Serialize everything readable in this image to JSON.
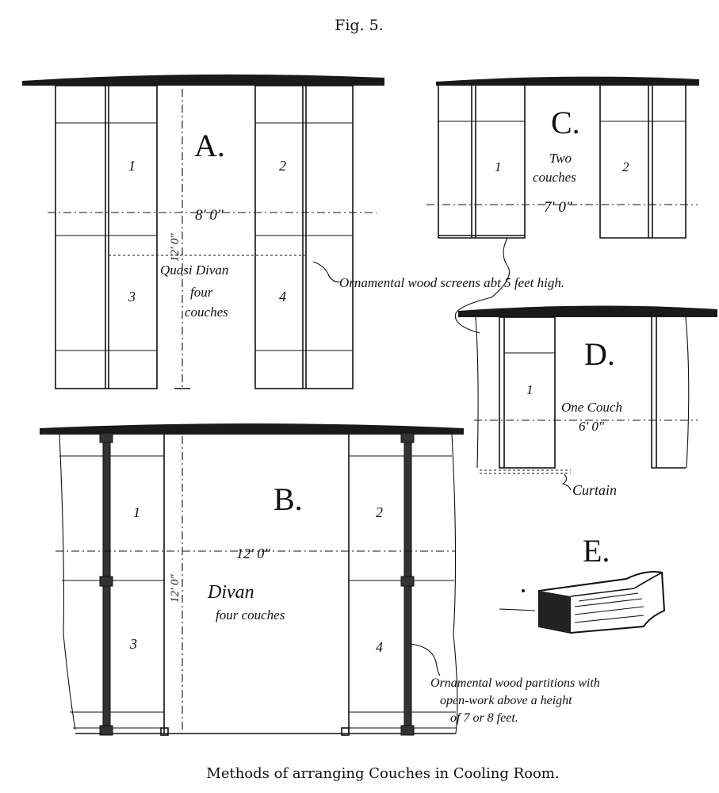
{
  "figure_label": "Fig. 5.",
  "caption": "Methods of arranging Couches in Cooling Room.",
  "panel_a": {
    "label": "A.",
    "couches": [
      "1",
      "2",
      "3",
      "4"
    ],
    "width_dim": "8' 0\"",
    "height_dim": "12' 0\"",
    "title_line1": "Quasi Divan",
    "title_line2": "four",
    "title_line3": "couches"
  },
  "panel_b": {
    "label": "B.",
    "couches": [
      "1",
      "2",
      "3",
      "4"
    ],
    "width_dim": "12' 0\"",
    "height_dim": "12' 0\"",
    "title_line1": "Divan",
    "title_line2": "four couches"
  },
  "panel_c": {
    "label": "C.",
    "couches": [
      "1",
      "2"
    ],
    "title_line1": "Two",
    "title_line2": "couches",
    "width_dim": "7' 0\""
  },
  "panel_d": {
    "label": "D.",
    "couches": [
      "1"
    ],
    "title": "One Couch",
    "width_dim": "6' 0\"",
    "curtain": "Curtain"
  },
  "panel_e": {
    "label": "E."
  },
  "notes": {
    "screens": "Ornamental wood screens abt 5 feet high.",
    "partitions_line1": "Ornamental wood partitions with",
    "partitions_line2": "open-work above a height",
    "partitions_line3": "of 7 or 8 feet."
  }
}
